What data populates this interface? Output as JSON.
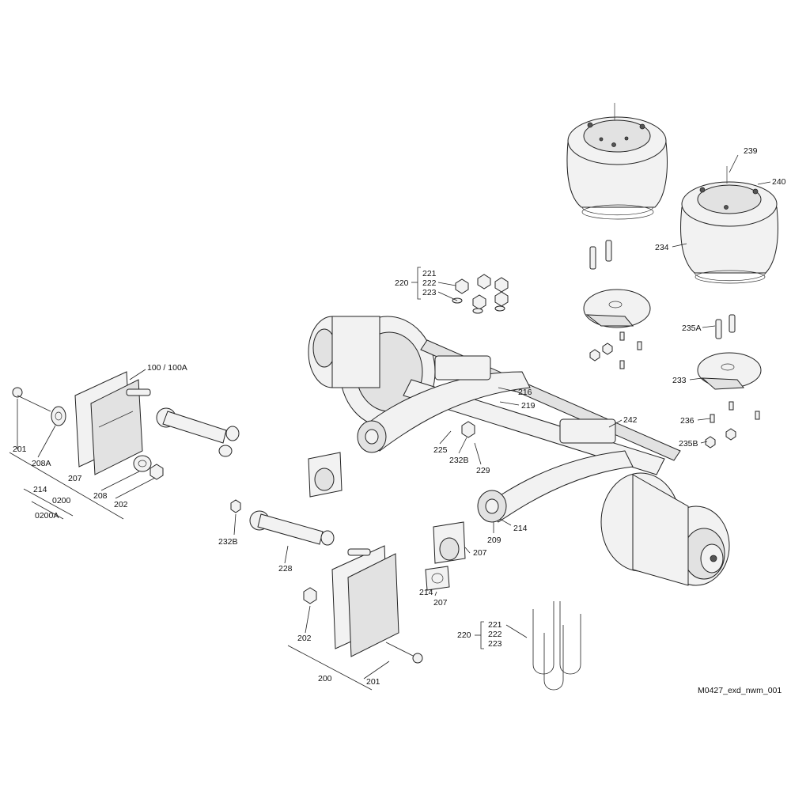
{
  "drawing_code": "M0427_exd_nwm_001",
  "labels": {
    "l239": "239",
    "l240": "240",
    "l234": "234",
    "l221a": "221",
    "l222a": "222",
    "l223a": "223",
    "l220a": "220",
    "l235A": "235A",
    "l233": "233",
    "l236": "236",
    "l235B": "235B",
    "l242": "242",
    "l216": "216",
    "l219": "219",
    "l225": "225",
    "l232Ba": "232B",
    "l229": "229",
    "l214a": "214",
    "l209": "209",
    "l100": "100 / 100A",
    "l201a": "201",
    "l208A": "208A",
    "l207a": "207",
    "l208": "208",
    "l202a": "202",
    "l214b": "214",
    "l0200": "0200",
    "l0200A": "0200A",
    "l232Bb": "232B",
    "l228": "228",
    "l207b": "207",
    "l214c": "214",
    "l207c": "207",
    "l202b": "202",
    "l200": "200",
    "l201b": "201",
    "l220b": "220",
    "l221b": "221",
    "l222b": "222",
    "l223b": "223"
  }
}
